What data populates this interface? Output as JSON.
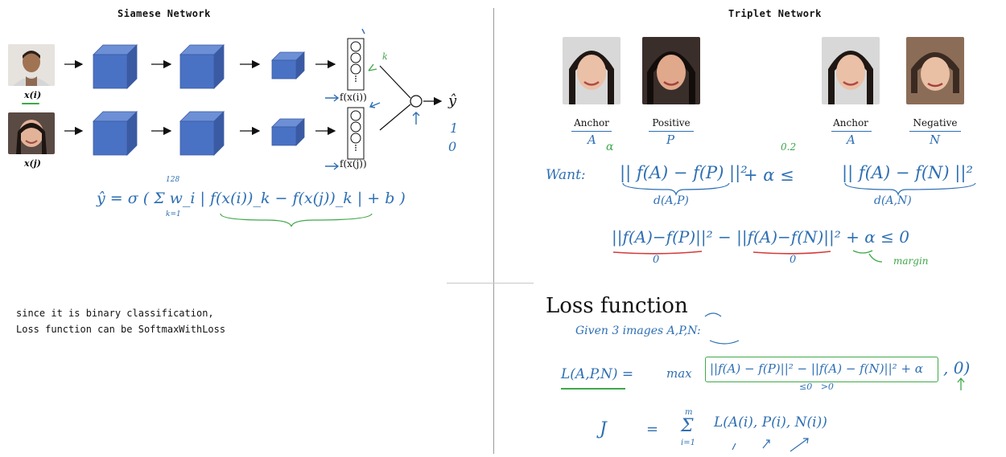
{
  "left": {
    "title": "Siamese Network",
    "input_top_label": "x(i)",
    "input_bottom_label": "x(j)",
    "encoding_top": "f(x(i))",
    "encoding_bottom": "f(x(j))",
    "output_label": "ŷ",
    "output_values": [
      "1",
      "0"
    ],
    "formula": "ŷ = σ ( Σ w_i | f(x(i))_k − f(x(j))_k | + b )",
    "sum_upper": "128",
    "sum_lower": "k=1",
    "k_mark": "k",
    "note_line1": "since it is binary classification,",
    "note_line2": "Loss function can be SoftmaxWithLoss"
  },
  "right": {
    "title": "Triplet Network",
    "faces": [
      {
        "name": "anchor",
        "label": "Anchor",
        "abbr": "A"
      },
      {
        "name": "positive",
        "label": "Positive",
        "abbr": "P"
      },
      {
        "name": "anchor2",
        "label": "Anchor",
        "abbr": "A"
      },
      {
        "name": "negative",
        "label": "Negative",
        "abbr": "N"
      }
    ],
    "alpha_mark": "α",
    "want_label": "Want:",
    "want_left": "|| f(A) − f(P) ||²",
    "want_plus": "+ α ≤",
    "want_right": "|| f(A) − f(N) ||²",
    "d_ap": "d(A,P)",
    "d_an": "d(A,N)",
    "alpha_value": "0.2",
    "ineq_line": "||f(A)−f(P)||² − ||f(A)−f(N)||² + α ≤ 0",
    "zero_marks": [
      "0",
      "0"
    ],
    "margin_label": "margin",
    "loss_title": "Loss function",
    "given_text": "Given  3  images  A,P,N:",
    "loss_lhs": "L(A,P,N) =",
    "loss_max": "max",
    "loss_inner": "||f(A) − f(P)||² − ||f(A) − f(N)||² + α",
    "loss_zero": ", 0)",
    "loss_under": "≤0   >0",
    "cost_lhs": "J",
    "cost_eq": "=",
    "cost_sum_upper": "m",
    "cost_sum_lower": "i=1",
    "cost_term": "L(A(i), P(i), N(i))"
  },
  "colors": {
    "block": "#4a72c4",
    "block_top": "#6d8fd6",
    "block_side": "#3a5ba3",
    "ink_blue": "#2e6fb3",
    "ink_green": "#3fa84a",
    "ink_red": "#d33a3a",
    "divider": "#9a9a9a"
  }
}
